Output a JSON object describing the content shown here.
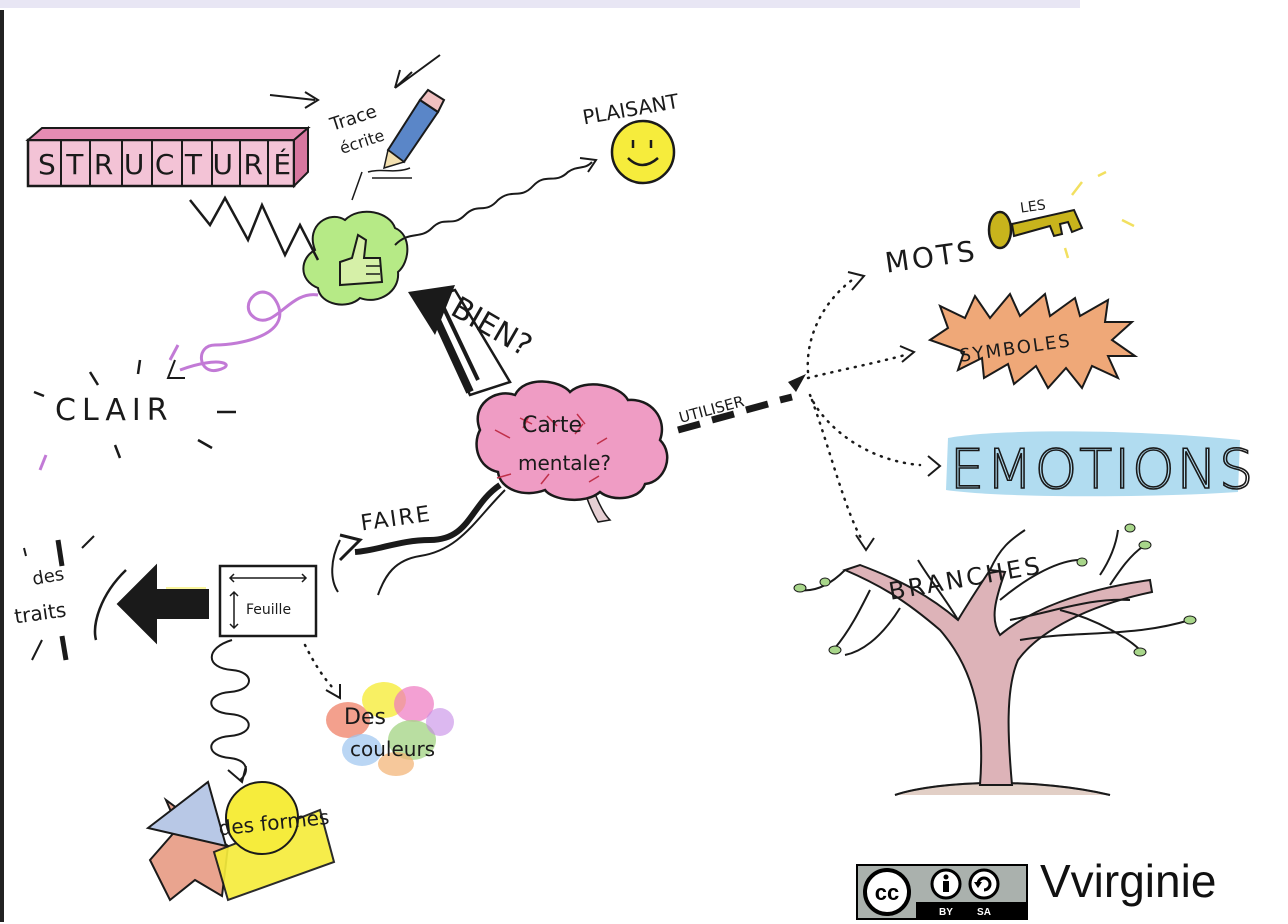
{
  "diagram": {
    "center": {
      "line1": "Carte",
      "line2": "mentale?"
    },
    "question": "BIEN?",
    "structure": "STRUCTURÉ",
    "trace": {
      "line1": "Trace",
      "line2": "écrite"
    },
    "pleasant": "PLAISANT",
    "clear": "CLAIR",
    "use": "UTILISER",
    "do": "FAIRE",
    "keywords": {
      "mots": "MOTS",
      "les": "LES"
    },
    "symbols": "SYMBOLES",
    "emotions": "EMOTIONS",
    "branches": "BRANCHES",
    "sheet": "Feuille",
    "lines": {
      "line1": "des",
      "line2": "traits"
    },
    "colors": {
      "line1": "Des",
      "line2": "couleurs"
    },
    "shapes": "des formes"
  },
  "license": {
    "cc": "cc",
    "by": "BY",
    "sa": "SA",
    "author": "Vvirginie"
  },
  "colors": {
    "pink": "#e9a6c6",
    "green": "#b6ea86",
    "yellow": "#f6ec3c",
    "blue": "#a8d8ee",
    "orange": "#efa878",
    "purple": "#c27ad6",
    "ink": "#1a1a1a",
    "bark": "#ddb3b8"
  }
}
